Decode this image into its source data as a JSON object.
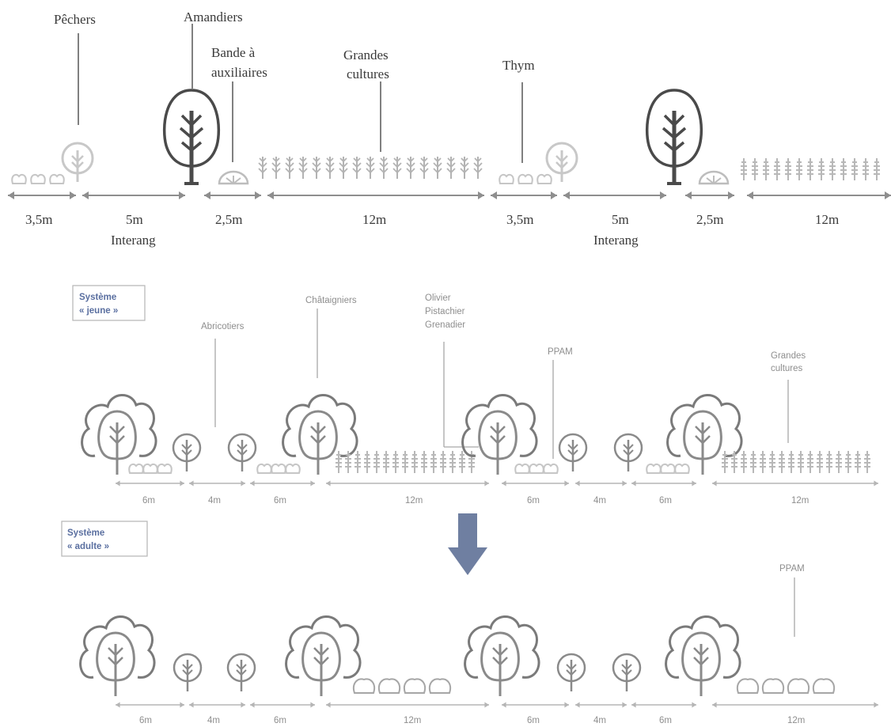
{
  "top": {
    "labels": {
      "pechers": "Pêchers",
      "amandiers": "Amandiers",
      "bande_line1": "Bande à",
      "bande_line2": "auxiliaires",
      "grandes_line1": "Grandes",
      "grandes_line2": "cultures",
      "thym": "Thym"
    },
    "dimensions": [
      "3,5m",
      "5m",
      "2,5m",
      "12m",
      "3,5m",
      "5m",
      "2,5m",
      "12m"
    ],
    "interang": "Interang"
  },
  "system_jeune": {
    "title_line1": "Système",
    "title_line2": "« jeune »",
    "labels": {
      "abricotiers": "Abricotiers",
      "chataigniers": "Châtaigniers",
      "olivier": "Olivier",
      "pistachier": "Pistachier",
      "grenadier": "Grenadier",
      "ppam": "PPAM",
      "grandes_line1": "Grandes",
      "grandes_line2": "cultures"
    },
    "dimensions": [
      "6m",
      "4m",
      "6m",
      "12m",
      "6m",
      "4m",
      "6m",
      "12m"
    ]
  },
  "system_adulte": {
    "title_line1": "Système",
    "title_line2": "« adulte »",
    "labels": {
      "ppam": "PPAM"
    },
    "dimensions": [
      "6m",
      "4m",
      "6m",
      "12m",
      "6m",
      "4m",
      "6m",
      "12m"
    ]
  },
  "arrow_color": "#6f7fa1"
}
